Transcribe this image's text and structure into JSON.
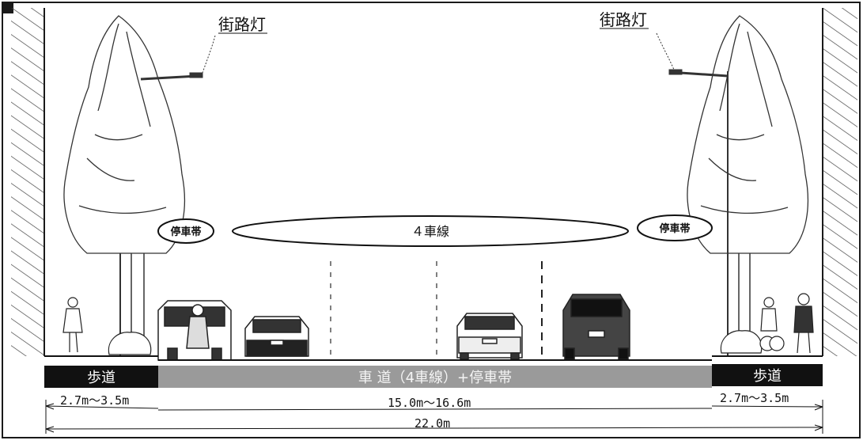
{
  "labels": {
    "street_light_left": "街路灯",
    "street_light_right": "街路灯",
    "parking_left": "停車帯",
    "lanes": "４車線",
    "parking_right": "停車帯",
    "sidewalk_left": "歩道",
    "roadway": "車 道（4車線）+停車帯",
    "sidewalk_right": "歩道"
  },
  "dimensions": {
    "sidewalk_left": "2.7m～3.5m",
    "roadway": "15.0m～16.6m",
    "sidewalk_right": "2.7m～3.5m",
    "total": "22.0m"
  },
  "colors": {
    "line": "#1a1a1a",
    "sidewalk_band": "#111111",
    "roadway_band": "#9a9a9a",
    "hatch": "#444444"
  }
}
